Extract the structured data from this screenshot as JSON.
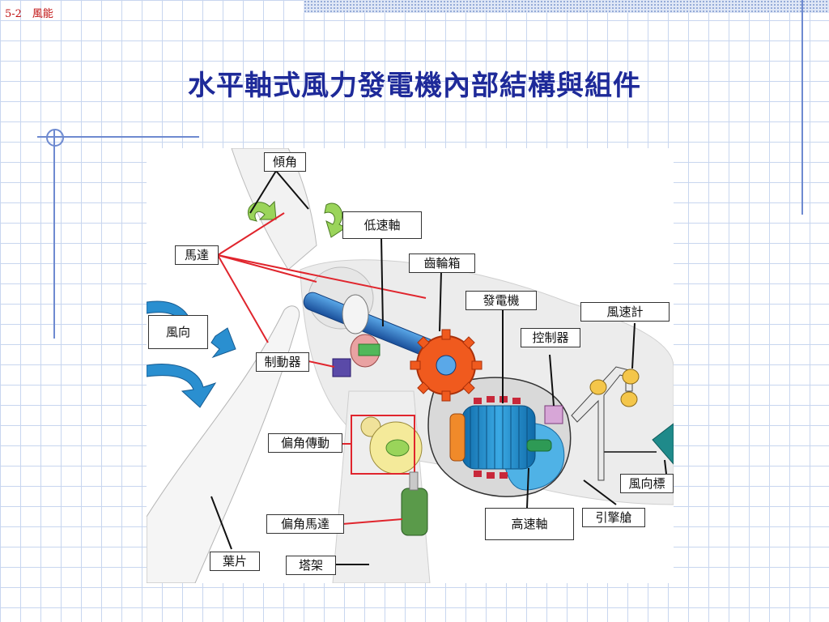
{
  "header": {
    "section_label": "5-2　風能"
  },
  "title": "水平軸式風力發電機內部結構與組件",
  "diagram": {
    "labels": {
      "tilt": "傾角",
      "motor": "馬達",
      "low_speed_shaft": "低速軸",
      "gearbox": "齒輪箱",
      "generator": "發電機",
      "anemometer": "風速計",
      "wind_direction": "風向",
      "controller": "控制器",
      "brake": "制動器",
      "yaw_drive": "偏角傳動",
      "wind_vane": "風向標",
      "yaw_motor": "偏角馬達",
      "high_speed_shaft": "高速軸",
      "nacelle": "引擎艙",
      "blade": "葉片",
      "tower": "塔架"
    }
  },
  "colors": {
    "title": "#1e2a99",
    "header_label": "#c01010",
    "pointer_red": "#e0252d",
    "gear_orange": "#f05a1e",
    "generator_blue": "#1d8ac8",
    "shaft_blue": "#2060b0",
    "arrow_blue": "#2a8fd0"
  }
}
